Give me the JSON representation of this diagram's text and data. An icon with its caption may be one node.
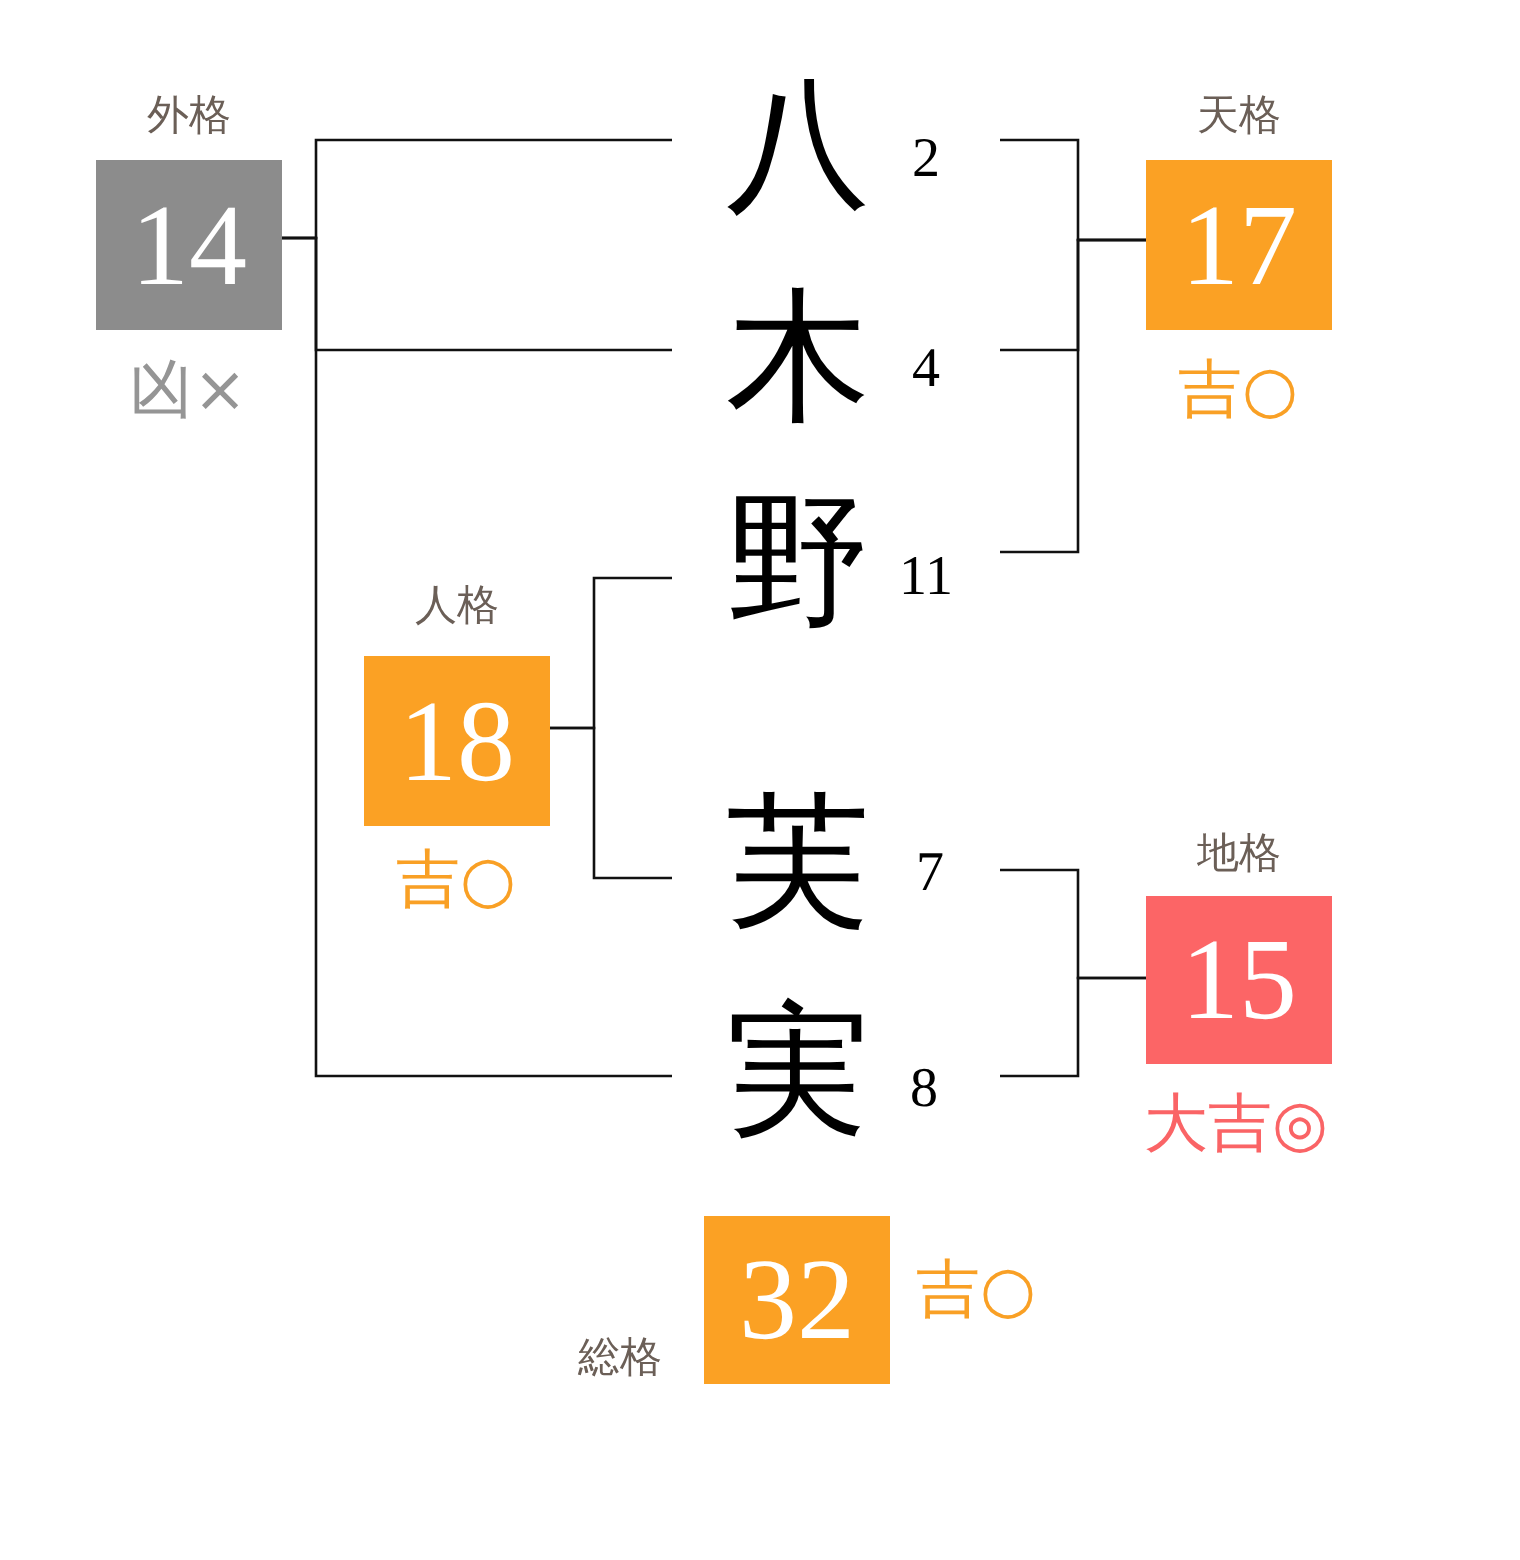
{
  "diagram": {
    "nodes": [
      {
        "text": [
          "外格",
          "14"
        ],
        "beside": [
          "凶×"
        ]
      },
      {
        "text": [
          "八"
        ],
        "beside": [
          "2"
        ]
      },
      {
        "text": [
          "天格",
          "17"
        ],
        "beside": [
          "吉○"
        ]
      },
      {
        "text": [
          "木"
        ],
        "beside": [
          "4"
        ]
      },
      {
        "text": [
          "野"
        ],
        "beside": [
          "11"
        ]
      },
      {
        "text": [
          "人格",
          "18"
        ],
        "beside": [
          "吉○"
        ]
      },
      {
        "text": [
          "芙"
        ],
        "beside": [
          "7"
        ]
      },
      {
        "text": [
          "地格",
          "15"
        ],
        "beside": [
          "大吉◎"
        ]
      },
      {
        "text": [
          "実"
        ],
        "beside": [
          "8"
        ]
      },
      {
        "text": [
          "総格",
          "32"
        ],
        "beside": [
          "吉○"
        ]
      }
    ],
    "edges": [
      {
        "from": 1,
        "to": 0,
        "arrow": "none"
      },
      {
        "from": 3,
        "to": 0,
        "arrow": "none"
      },
      {
        "from": 8,
        "to": 0,
        "arrow": "none"
      },
      {
        "from": 1,
        "to": 2,
        "arrow": "none"
      },
      {
        "from": 3,
        "to": 2,
        "arrow": "none"
      },
      {
        "from": 4,
        "to": 2,
        "arrow": "none"
      },
      {
        "from": 4,
        "to": 5,
        "arrow": "none"
      },
      {
        "from": 6,
        "to": 5,
        "arrow": "none"
      },
      {
        "from": 6,
        "to": 7,
        "arrow": "none"
      },
      {
        "from": 8,
        "to": 7,
        "arrow": "none"
      }
    ]
  }
}
